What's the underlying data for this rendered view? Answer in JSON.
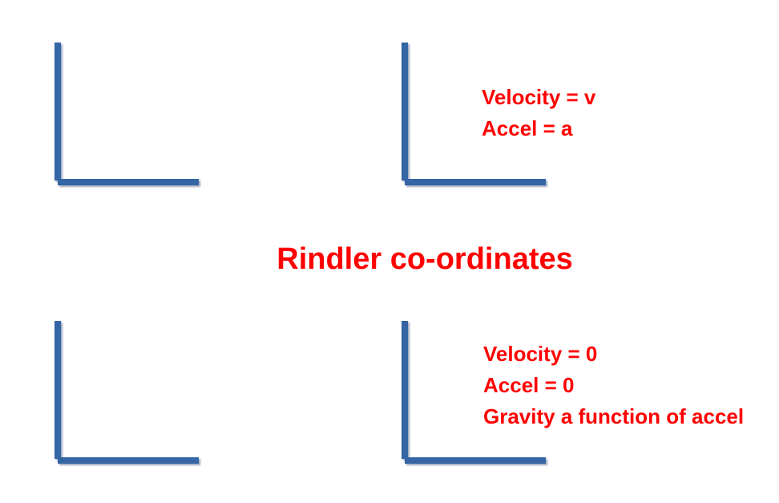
{
  "title": "Rindler co-ordinates",
  "accelerating_frame": {
    "velocity": "Velocity = v",
    "accel": "Accel = a"
  },
  "rindler_frame": {
    "velocity": "Velocity = 0",
    "accel": "Accel = 0",
    "gravity": "Gravity a function of accel"
  },
  "colors": {
    "axes": "#3465a4",
    "text": "#ff0000",
    "background": "#ffffff"
  }
}
